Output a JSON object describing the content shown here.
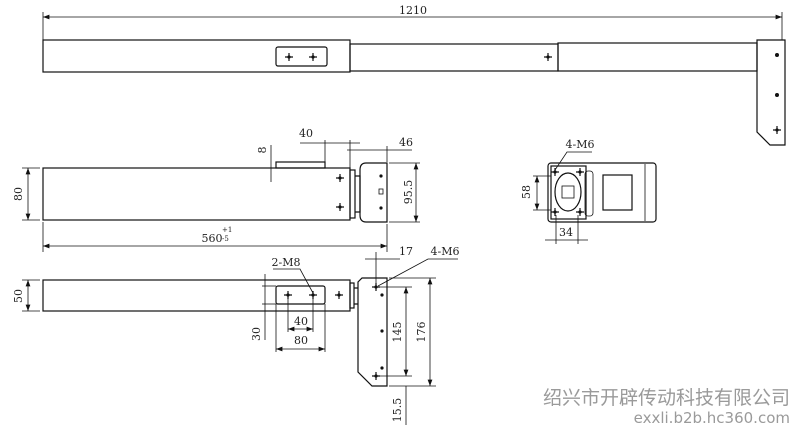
{
  "drawing": {
    "overall_length": "1210",
    "side_view": {
      "height": "80",
      "rib_height": "8",
      "rib_offset": "40",
      "head_length": "46",
      "head_height": "95.5",
      "retracted_length": "560",
      "tolerance_upper": "+1",
      "tolerance_lower": "-5"
    },
    "bottom_view": {
      "width": "50",
      "mount_holes": "2-M8",
      "hole_spacing": "40",
      "plate_length": "80",
      "plate_width": "30",
      "bracket_offset": "17",
      "bracket_holes": "4-M6",
      "bracket_hole_spacing": "145",
      "bracket_length": "176",
      "bracket_edge": "15.5"
    },
    "end_view": {
      "holes": "4-M6",
      "height": "58",
      "width": "34"
    }
  },
  "watermark": {
    "company": "绍兴市开辟传动科技有限公司",
    "site": "exxli.b2b.hc360.com"
  }
}
